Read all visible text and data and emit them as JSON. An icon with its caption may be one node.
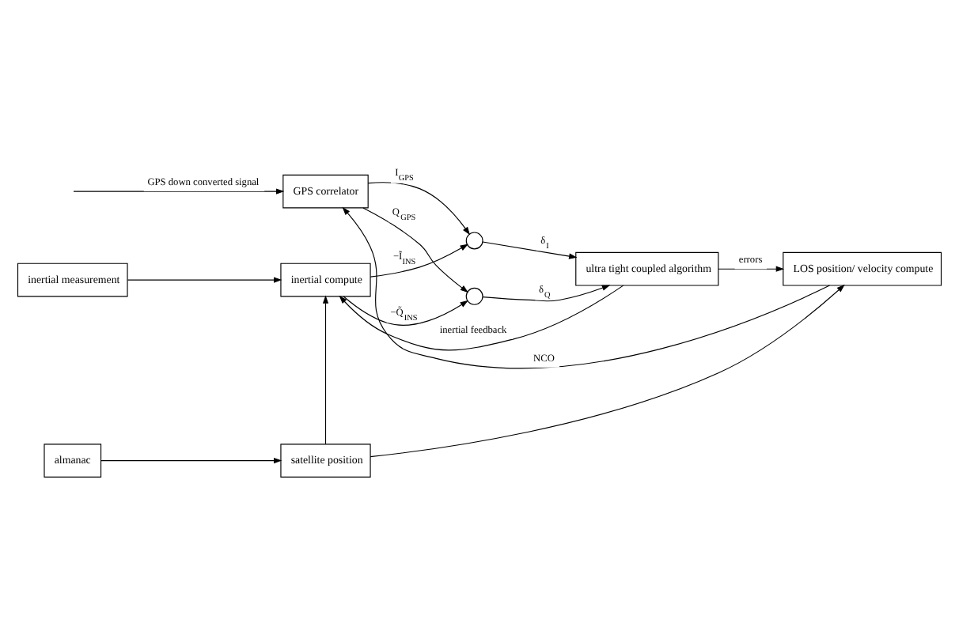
{
  "diagram": {
    "nodes": [
      {
        "text": [
          "inertial measurement"
        ]
      },
      {
        "text": [
          "inertial compute"
        ]
      },
      {
        "text": [
          "GPS correlator"
        ]
      },
      {
        "text": [],
        "shape": "circle"
      },
      {
        "text": [],
        "shape": "circle"
      },
      {
        "text": [
          "ultra tight coupled algorithm"
        ]
      },
      {
        "text": [
          "LOS position/ velocity compute"
        ]
      },
      {
        "text": [
          "almanac"
        ]
      },
      {
        "text": [
          "satellite position"
        ]
      }
    ],
    "edges": [
      {
        "from": null,
        "to": 2,
        "arrow": "to",
        "label": "GPS down converted signal"
      },
      {
        "from": 0,
        "to": 1,
        "arrow": "to"
      },
      {
        "from": 1,
        "to": 3,
        "arrow": "to",
        "label": "−Ĩ$_{INS}$"
      },
      {
        "from": 1,
        "to": 4,
        "arrow": "to",
        "label": "−Q̃$_{INS}$"
      },
      {
        "from": 2,
        "to": 3,
        "arrow": "to",
        "label": "I$_{GPS}$"
      },
      {
        "from": 2,
        "to": 4,
        "arrow": "to",
        "label": "Q$_{GPS}$"
      },
      {
        "from": 3,
        "to": 5,
        "arrow": "to",
        "label": "δ$_{I}$"
      },
      {
        "from": 4,
        "to": 5,
        "arrow": "to",
        "label": "δ$_{Q}$"
      },
      {
        "from": 5,
        "to": 1,
        "arrow": "to",
        "label": "inertial feedback"
      },
      {
        "from": 5,
        "to": 6,
        "arrow": "to",
        "label": "errors"
      },
      {
        "from": 6,
        "to": 2,
        "arrow": "to",
        "label": "NCO"
      },
      {
        "from": 7,
        "to": 8,
        "arrow": "to"
      },
      {
        "from": 8,
        "to": 6,
        "arrow": "to"
      },
      {
        "from": 8,
        "to": 1,
        "arrow": "to"
      }
    ]
  }
}
